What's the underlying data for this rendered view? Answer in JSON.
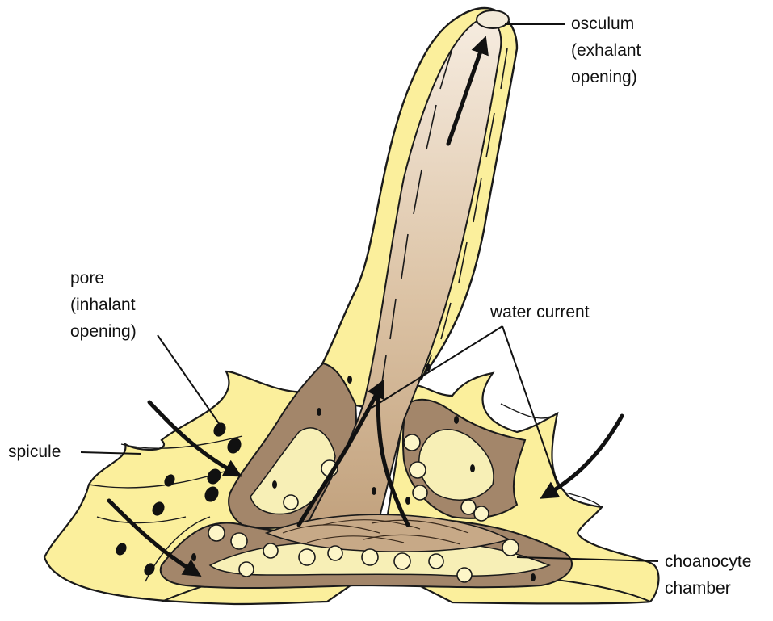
{
  "labels": {
    "osculum": {
      "line1": "osculum",
      "line2": "(exhalant",
      "line3": "opening)"
    },
    "pore": {
      "line1": "pore",
      "line2": "(inhalant",
      "line3": "opening)"
    },
    "water_current": {
      "line1": "water current"
    },
    "spicule": {
      "line1": "spicule"
    },
    "choanocyte_chamber": {
      "line1": "choanocyte",
      "line2": "chamber"
    }
  },
  "colors": {
    "outer_body": "#fbef9c",
    "outer_body_light": "#fdf6c8",
    "mesohyl": "#f7efb6",
    "canal": "#a3866a",
    "canal_dark": "#8a6d53",
    "spongocoel_top": "#f6ece0",
    "spongocoel_bottom": "#c9ab87",
    "outline": "#1a1a1a",
    "pore_dot": "#111111",
    "arrow": "#111111"
  }
}
